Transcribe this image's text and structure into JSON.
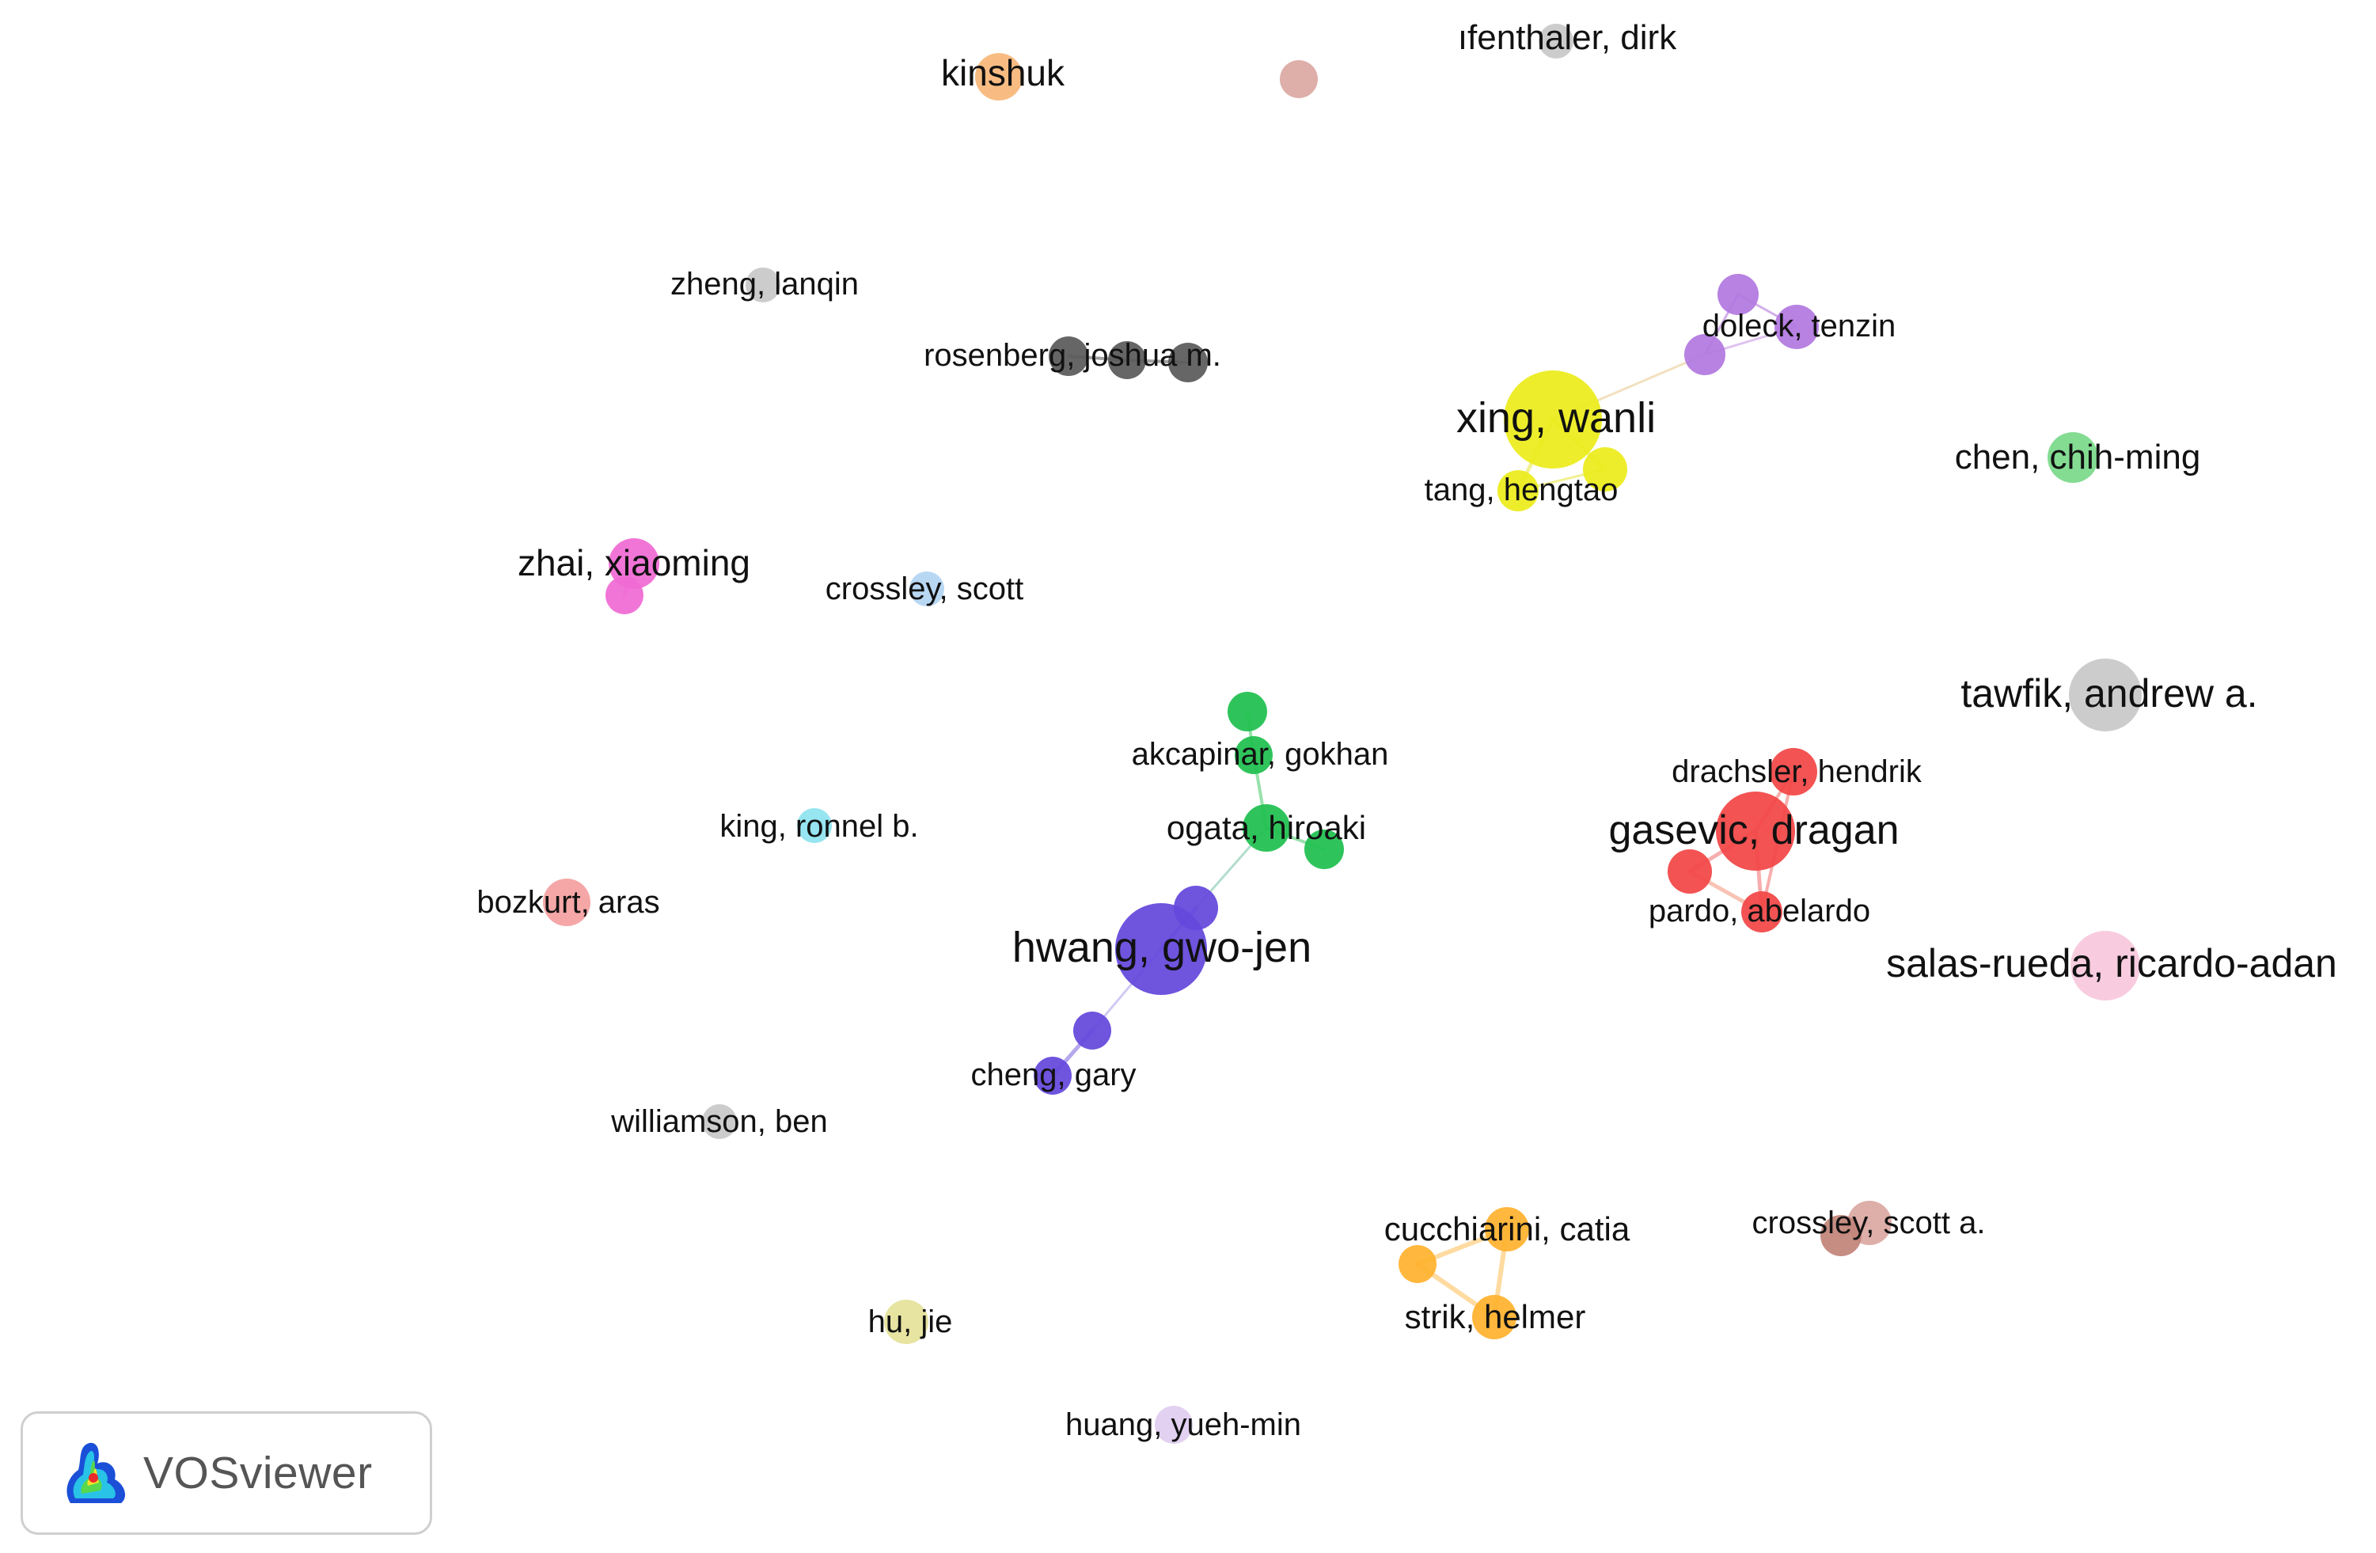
{
  "network": {
    "colors": {
      "gray": "#c8c8c8",
      "orange_light": "#f7b77a",
      "rose": "#dca8a2",
      "darkgray": "#5a5a5a",
      "purple": "#b178e0",
      "yellow": "#ecec1c",
      "green_light": "#7ad98a",
      "pink": "#f06bd4",
      "blue_light": "#b3d4f2",
      "green": "#1fbf4f",
      "red": "#f24646",
      "cyan": "#8ee3ef",
      "salmon": "#f4a0a0",
      "indigo": "#6447dc",
      "pink_light": "#f7c8dc",
      "orange": "#ffb22e",
      "brown": "#c2847a",
      "khaki": "#e5e29a",
      "lavender": "#e0cdf0"
    },
    "labels": [
      {
        "id": "ifenthaler",
        "text": "ıfenthaler, dirk"
      },
      {
        "id": "kinshuk",
        "text": "kinshuk"
      },
      {
        "id": "zheng",
        "text": "zheng, lanqin"
      },
      {
        "id": "rosenberg",
        "text": "rosenberg, joshua m."
      },
      {
        "id": "doleck",
        "text": "doleck, tenzin"
      },
      {
        "id": "xing",
        "text": "xing, wanli"
      },
      {
        "id": "chen",
        "text": "chen, chih-ming"
      },
      {
        "id": "tang",
        "text": "tang, hengtao"
      },
      {
        "id": "zhai",
        "text": "zhai, xiaoming"
      },
      {
        "id": "crossley",
        "text": "crossley, scott"
      },
      {
        "id": "tawfik",
        "text": "tawfik, andrew a."
      },
      {
        "id": "akcapinar",
        "text": "akcapinar, gokhan"
      },
      {
        "id": "drachsler",
        "text": "drachsler, hendrik"
      },
      {
        "id": "king",
        "text": "king, ronnel b."
      },
      {
        "id": "ogata",
        "text": "ogata, hiroaki"
      },
      {
        "id": "gasevic",
        "text": "gasevic, dragan"
      },
      {
        "id": "bozkurt",
        "text": "bozkurt, aras"
      },
      {
        "id": "pardo",
        "text": "pardo, abelardo"
      },
      {
        "id": "hwang",
        "text": "hwang, gwo-jen"
      },
      {
        "id": "salas",
        "text": "salas-rueda, ricardo-adan"
      },
      {
        "id": "cheng",
        "text": "cheng, gary"
      },
      {
        "id": "williamson",
        "text": "williamson, ben"
      },
      {
        "id": "cucchiarini",
        "text": "cucchiarini, catia"
      },
      {
        "id": "crossleya",
        "text": "crossley, scott a."
      },
      {
        "id": "strik",
        "text": "strik, helmer"
      },
      {
        "id": "hu",
        "text": "hu, jie"
      },
      {
        "id": "huang",
        "text": "huang, yueh-min"
      }
    ]
  },
  "badge": {
    "label": "VOSviewer",
    "logo_icon": "vosviewer-logo-icon"
  }
}
